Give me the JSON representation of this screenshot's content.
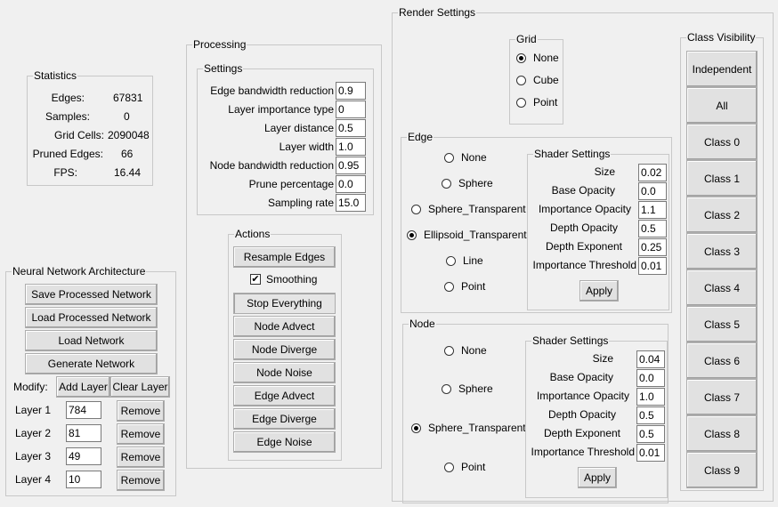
{
  "statistics": {
    "title": "Statistics",
    "rows": [
      {
        "label": "Edges:",
        "value": "67831"
      },
      {
        "label": "Samples:",
        "value": "0"
      },
      {
        "label": "Grid Cells:",
        "value": "2090048"
      },
      {
        "label": "Pruned Edges:",
        "value": "66"
      },
      {
        "label": "FPS:",
        "value": "16.44"
      }
    ]
  },
  "network": {
    "title": "Neural Network Architecture",
    "save_label": "Save Processed Network",
    "load_processed_label": "Load Processed Network",
    "load_label": "Load Network",
    "generate_label": "Generate Network",
    "modify_label": "Modify:",
    "add_layer_label": "Add Layer",
    "clear_layer_label": "Clear Layer",
    "remove_label": "Remove",
    "layers": [
      {
        "label": "Layer 1",
        "value": "784"
      },
      {
        "label": "Layer 2",
        "value": "81"
      },
      {
        "label": "Layer 3",
        "value": "49"
      },
      {
        "label": "Layer 4",
        "value": "10"
      }
    ]
  },
  "processing": {
    "title": "Processing",
    "settings_title": "Settings",
    "settings": [
      {
        "label": "Edge bandwidth reduction",
        "value": "0.9"
      },
      {
        "label": "Layer importance type",
        "value": "0"
      },
      {
        "label": "Layer distance",
        "value": "0.5"
      },
      {
        "label": "Layer width",
        "value": "1.0"
      },
      {
        "label": "Node bandwidth reduction",
        "value": "0.95"
      },
      {
        "label": "Prune percentage",
        "value": "0.0"
      },
      {
        "label": "Sampling rate",
        "value": "15.0"
      }
    ],
    "actions_title": "Actions",
    "resample_label": "Resample Edges",
    "smoothing_label": "Smoothing",
    "smoothing_checked": true,
    "stop_label": "Stop Everything",
    "node_advect_label": "Node Advect",
    "node_diverge_label": "Node Diverge",
    "node_noise_label": "Node Noise",
    "edge_advect_label": "Edge Advect",
    "edge_diverge_label": "Edge Diverge",
    "edge_noise_label": "Edge Noise"
  },
  "render": {
    "title": "Render Settings",
    "grid": {
      "title": "Grid",
      "options": [
        "None",
        "Cube",
        "Point"
      ],
      "selected": "None"
    },
    "edge": {
      "title": "Edge",
      "options": [
        "None",
        "Sphere",
        "Sphere_Transparent",
        "Ellipsoid_Transparent",
        "Line",
        "Point"
      ],
      "selected": "Ellipsoid_Transparent",
      "shader_title": "Shader Settings",
      "shader": [
        {
          "label": "Size",
          "value": "0.02"
        },
        {
          "label": "Base Opacity",
          "value": "0.0"
        },
        {
          "label": "Importance Opacity",
          "value": "1.1"
        },
        {
          "label": "Depth Opacity",
          "value": "0.5"
        },
        {
          "label": "Depth Exponent",
          "value": "0.25"
        },
        {
          "label": "Importance Threshold",
          "value": "0.01"
        }
      ],
      "apply_label": "Apply"
    },
    "node": {
      "title": "Node",
      "options": [
        "None",
        "Sphere",
        "Sphere_Transparent",
        "Point"
      ],
      "selected": "Sphere_Transparent",
      "shader_title": "Shader Settings",
      "shader": [
        {
          "label": "Size",
          "value": "0.04"
        },
        {
          "label": "Base Opacity",
          "value": "0.0"
        },
        {
          "label": "Importance Opacity",
          "value": "1.0"
        },
        {
          "label": "Depth Opacity",
          "value": "0.5"
        },
        {
          "label": "Depth Exponent",
          "value": "0.5"
        },
        {
          "label": "Importance Threshold",
          "value": "0.01"
        }
      ],
      "apply_label": "Apply"
    }
  },
  "class_visibility": {
    "title": "Class Visibility",
    "buttons": [
      "Independent",
      "All",
      "Class 0",
      "Class 1",
      "Class 2",
      "Class 3",
      "Class 4",
      "Class 5",
      "Class 6",
      "Class 7",
      "Class 8",
      "Class 9"
    ]
  }
}
